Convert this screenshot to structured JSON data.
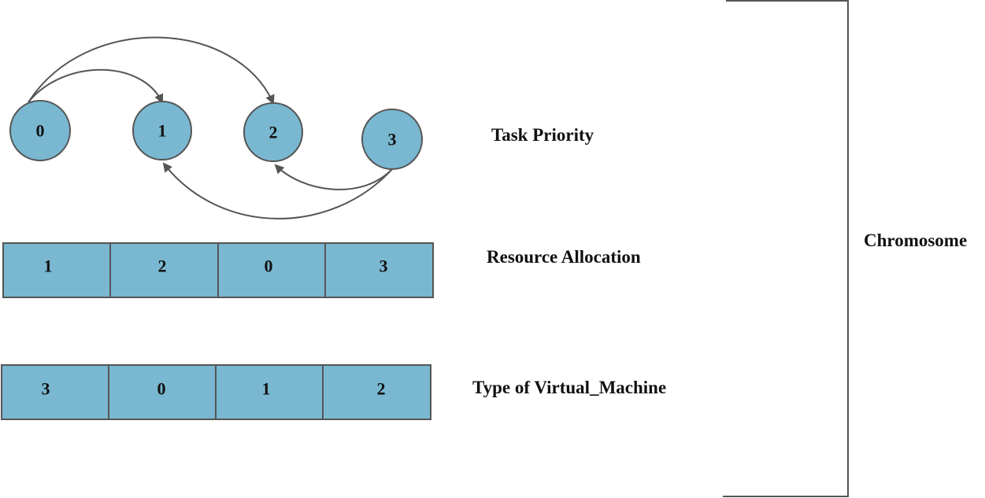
{
  "task_priority": {
    "label": "Task Priority",
    "nodes": [
      "0",
      "1",
      "2",
      "3"
    ]
  },
  "resource_allocation": {
    "label": "Resource Allocation",
    "cells": [
      "1",
      "2",
      "0",
      "3"
    ]
  },
  "vm_type": {
    "label": "Type of Virtual_Machine",
    "cells": [
      "3",
      "0",
      "1",
      "2"
    ]
  },
  "chromosome": {
    "label": "Chromosome"
  },
  "colors": {
    "fill": "#79b8d0",
    "stroke": "#555555",
    "text": "#111111"
  }
}
